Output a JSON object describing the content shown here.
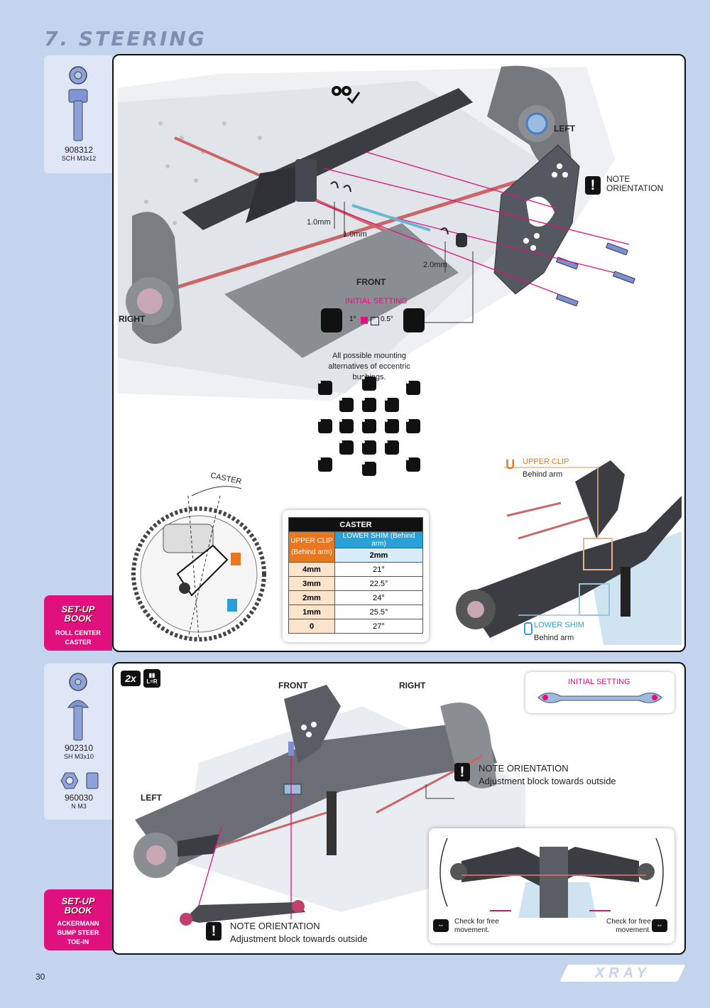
{
  "page": {
    "title": "7. STEERING",
    "number": "30",
    "brand": "XRAY"
  },
  "section1": {
    "part": {
      "code": "908312",
      "desc": "SCH M3x12"
    },
    "labels": {
      "left": "LEFT",
      "right": "RIGHT",
      "front": "FRONT",
      "note": "NOTE\nORIENTATION",
      "s1": "1.0mm",
      "s2": "1.0mm",
      "s3": "2.0mm",
      "initial_setting": "INITIAL SETTING",
      "angle1": "1°",
      "angle2": "0.5°",
      "alternatives": "All possible mounting\nalternatives of eccentric bushings.",
      "caster_label": "CASTER",
      "upper_clip": "UPPER CLIP",
      "upper_clip_sub": "Behind arm",
      "lower_shim": "LOWER SHIM",
      "lower_shim_sub": "Behind arm"
    },
    "table": {
      "title": "CASTER",
      "h1": "UPPER CLIP\n(Behind arm)",
      "h2": "LOWER SHIM (Behind arm)",
      "h2sub": "2mm",
      "rows": [
        {
          "a": "4mm",
          "b": "21°"
        },
        {
          "a": "3mm",
          "b": "22.5°"
        },
        {
          "a": "2mm",
          "b": "24°"
        },
        {
          "a": "1mm",
          "b": "25.5°"
        },
        {
          "a": "0",
          "b": "27°"
        }
      ]
    },
    "setup": {
      "book": "SET-UP\nBOOK",
      "topics": "ROLL CENTER\nCASTER"
    }
  },
  "section2": {
    "parts": [
      {
        "code": "902310",
        "desc": "SH M3x10"
      },
      {
        "code": "960030",
        "desc": "N M3"
      }
    ],
    "count": "2x",
    "lr": "L=R",
    "labels": {
      "front": "FRONT",
      "right": "RIGHT",
      "left": "LEFT",
      "initial_setting": "INITIAL SETTING",
      "note_title": "NOTE ORIENTATION",
      "note_sub": "Adjustment block towards outside",
      "note2_title": "NOTE ORIENTATION",
      "note2_sub": "Adjustment block towards outside",
      "check_left": "Check for free\nmovement.",
      "check_right": "Check for free\nmovement."
    },
    "setup": {
      "book": "SET-UP\nBOOK",
      "topics": "ACKERMANN\nBUMP STEER\nTOE-IN"
    }
  }
}
